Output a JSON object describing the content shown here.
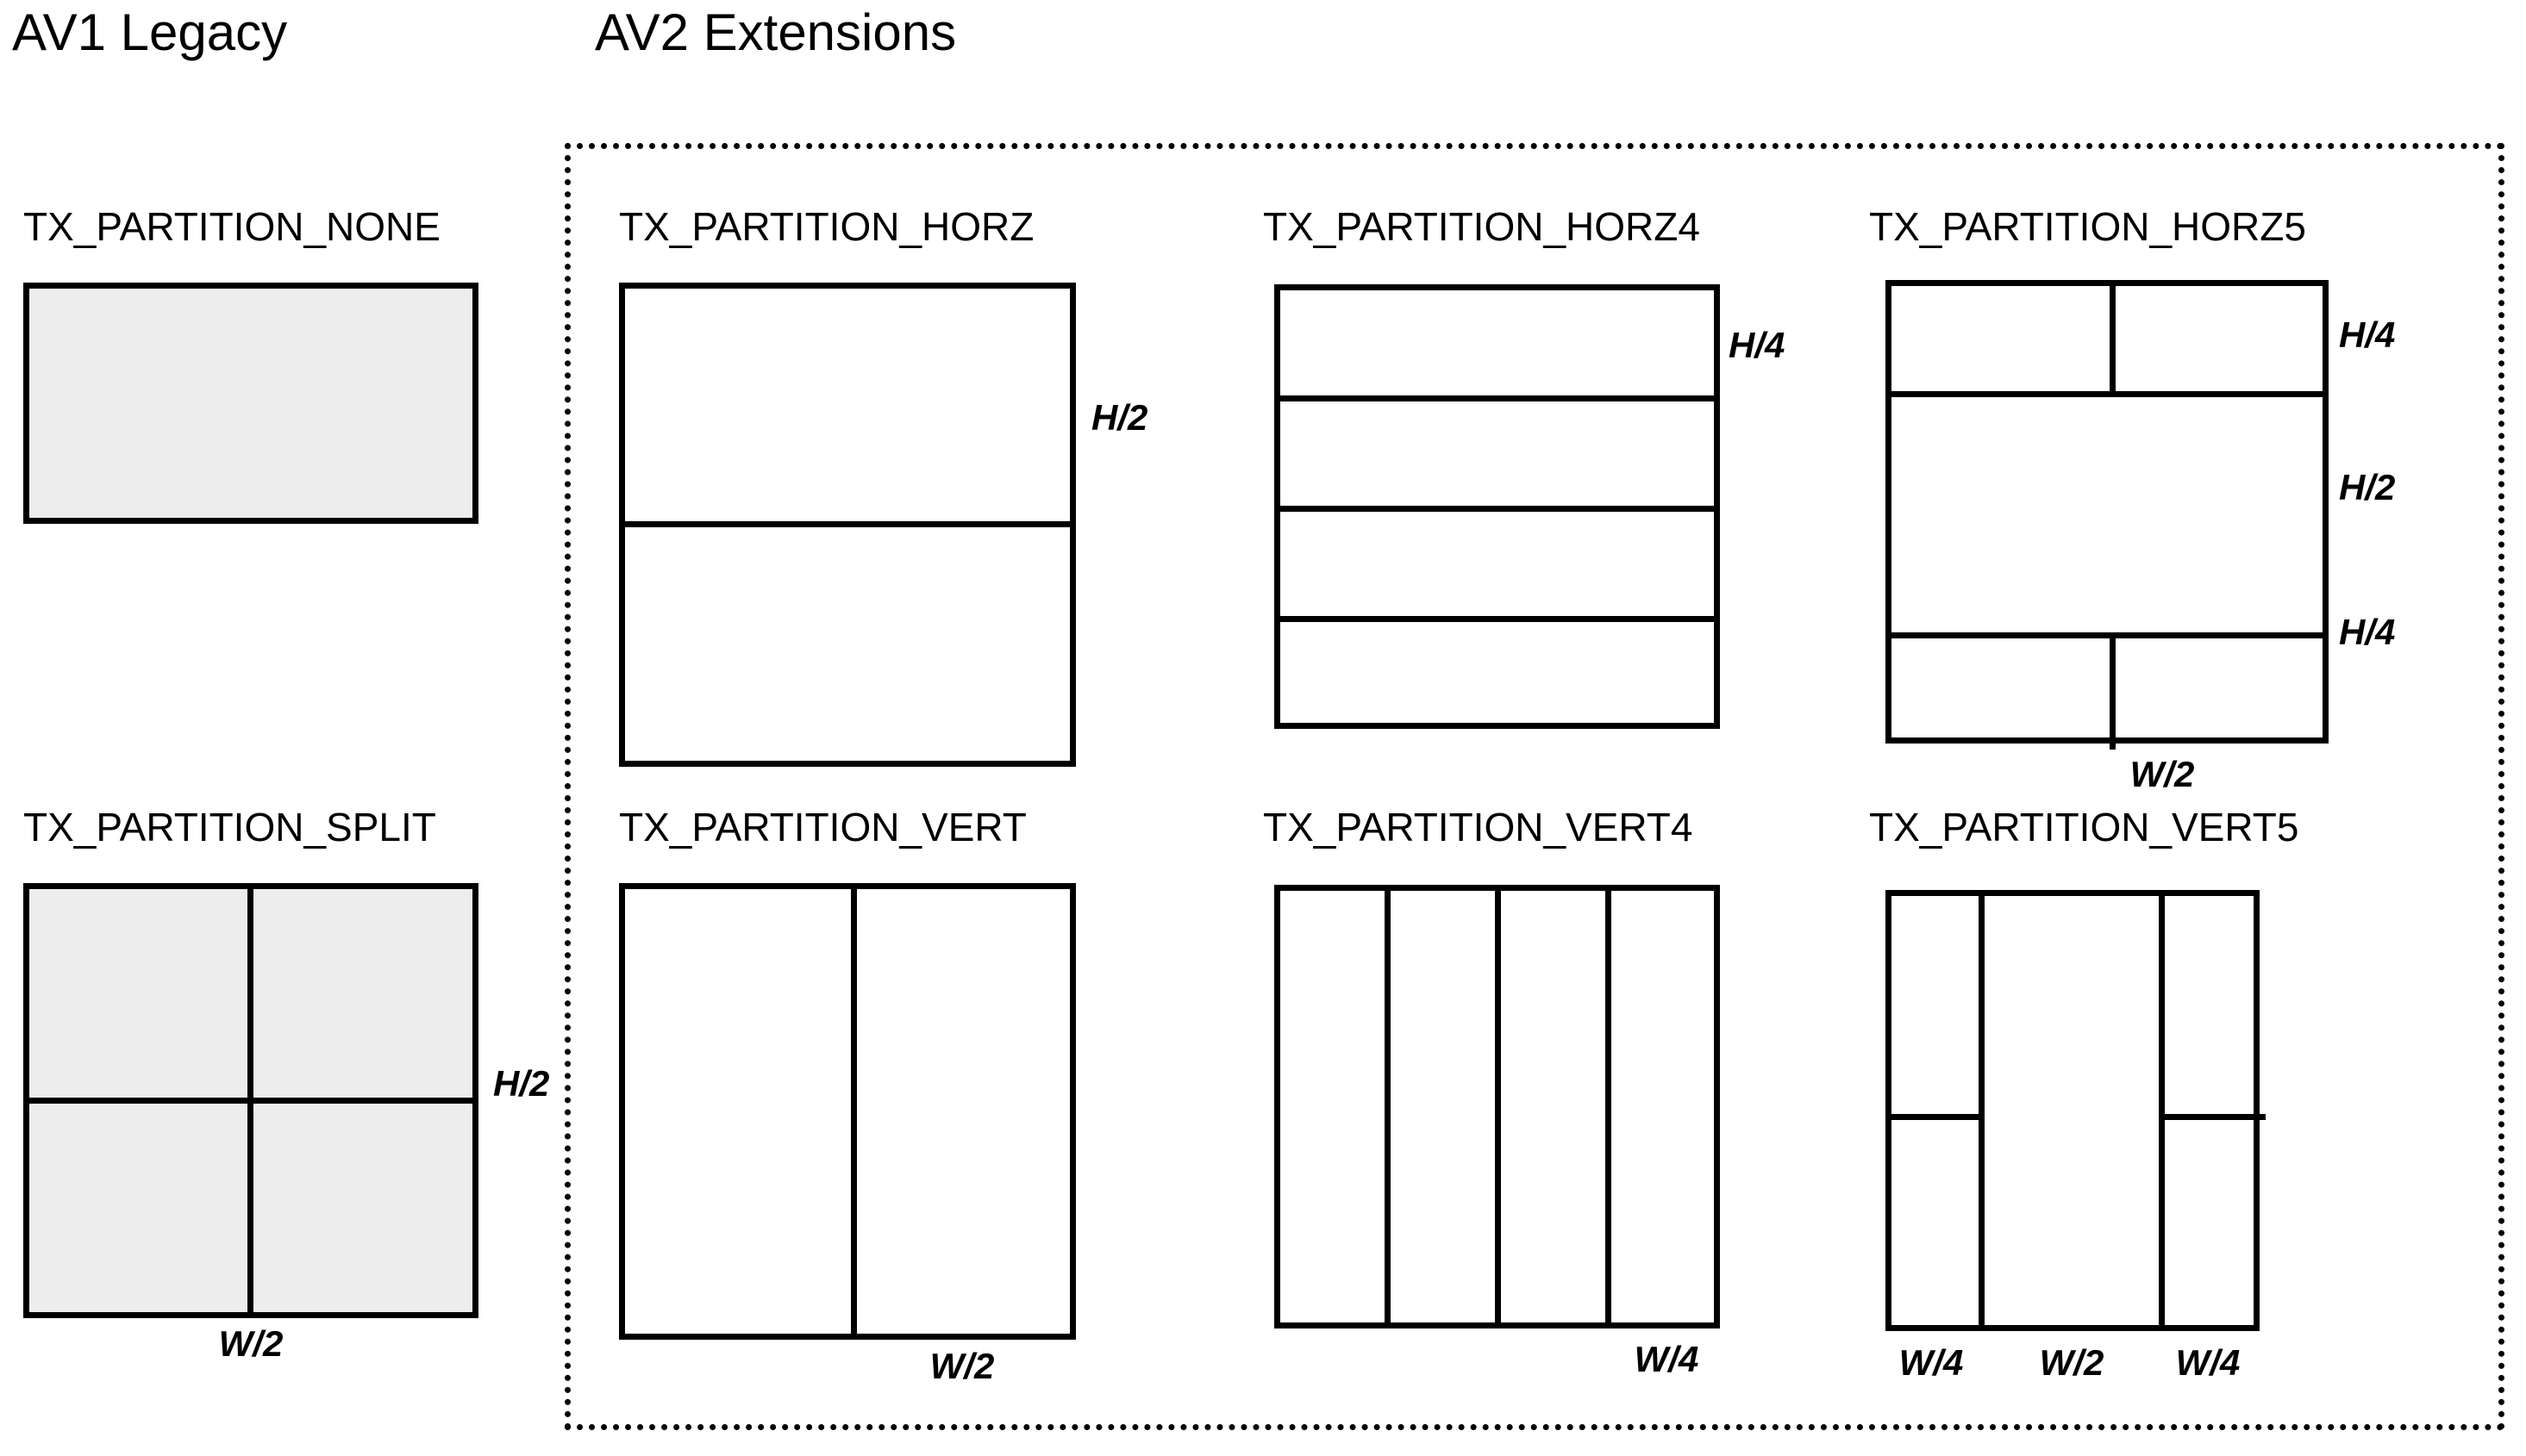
{
  "figure": {
    "sections": [
      {
        "id": "av1",
        "title": "AV1 Legacy"
      },
      {
        "id": "av2",
        "title": "AV2 Extensions"
      }
    ],
    "colors": {
      "shaded_fill": "#ededed",
      "unshaded_fill": "#ffffff",
      "stroke": "#000000",
      "group_border": "#000000"
    }
  },
  "partitions": {
    "none": {
      "label": "TX_PARTITION_NONE",
      "rows": 1,
      "cols": 1,
      "shaded": true,
      "dims": []
    },
    "split": {
      "label": "TX_PARTITION_SPLIT",
      "rows": 2,
      "cols": 2,
      "shaded": true,
      "dims": [
        {
          "text": "H/2",
          "side": "right"
        },
        {
          "text": "W/2",
          "side": "bottom"
        }
      ]
    },
    "horz": {
      "label": "TX_PARTITION_HORZ",
      "rows": 2,
      "cols": 1,
      "shaded": false,
      "dims": [
        {
          "text": "H/2",
          "side": "right"
        }
      ]
    },
    "horz4": {
      "label": "TX_PARTITION_HORZ4",
      "rows": 4,
      "cols": 1,
      "shaded": false,
      "dims": [
        {
          "text": "H/4",
          "side": "right"
        }
      ]
    },
    "horz5": {
      "label": "TX_PARTITION_HORZ5",
      "sub_blocks": 5,
      "shaded": false,
      "dims": [
        {
          "text": "H/4",
          "side": "right"
        },
        {
          "text": "H/2",
          "side": "right"
        },
        {
          "text": "H/4",
          "side": "right"
        },
        {
          "text": "W/2",
          "side": "bottom"
        }
      ]
    },
    "vert": {
      "label": "TX_PARTITION_VERT",
      "rows": 1,
      "cols": 2,
      "shaded": false,
      "dims": [
        {
          "text": "W/2",
          "side": "bottom"
        }
      ]
    },
    "vert4": {
      "label": "TX_PARTITION_VERT4",
      "rows": 1,
      "cols": 4,
      "shaded": false,
      "dims": [
        {
          "text": "W/4",
          "side": "bottom"
        }
      ]
    },
    "vert5": {
      "label": "TX_PARTITION_VERT5",
      "sub_blocks": 5,
      "shaded": false,
      "dims": [
        {
          "text": "W/4",
          "side": "bottom"
        },
        {
          "text": "W/2",
          "side": "bottom"
        },
        {
          "text": "W/4",
          "side": "bottom"
        }
      ]
    }
  }
}
